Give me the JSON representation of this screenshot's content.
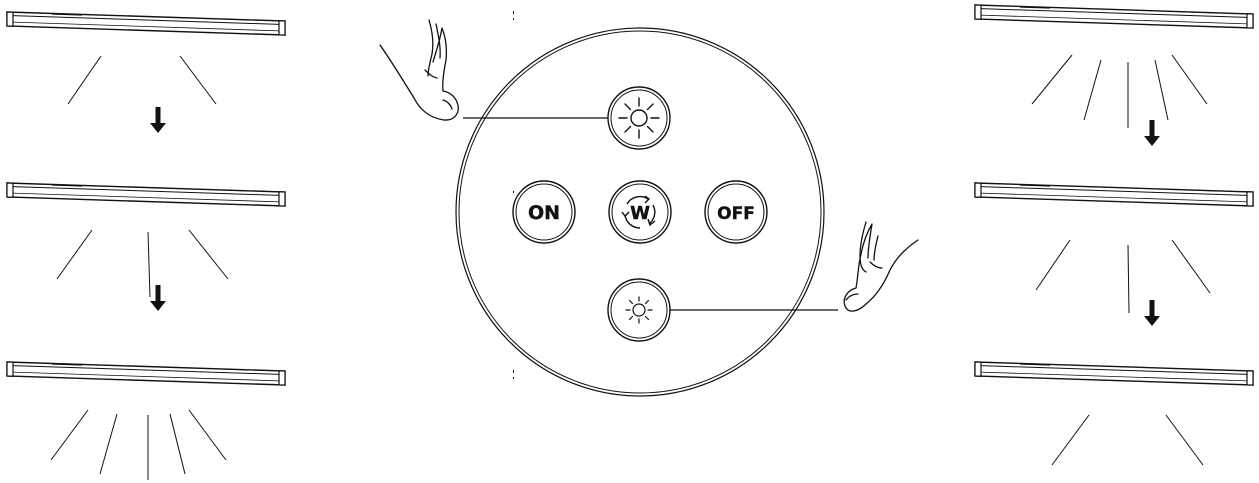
{
  "remote": {
    "buttons": {
      "on_label": "ON",
      "off_label": "OFF",
      "white_mode_label": "W",
      "brighten_icon": "sun-bright-icon",
      "dim_icon": "sun-dim-icon"
    }
  },
  "left_sequence": {
    "steps": [
      "few-rays",
      "medium-rays",
      "many-rays"
    ],
    "meaning": "increase-brightness"
  },
  "right_sequence": {
    "steps": [
      "many-rays",
      "medium-rays",
      "few-rays"
    ],
    "meaning": "decrease-brightness"
  },
  "colors": {
    "ink": "#111111",
    "background": "#ffffff"
  }
}
